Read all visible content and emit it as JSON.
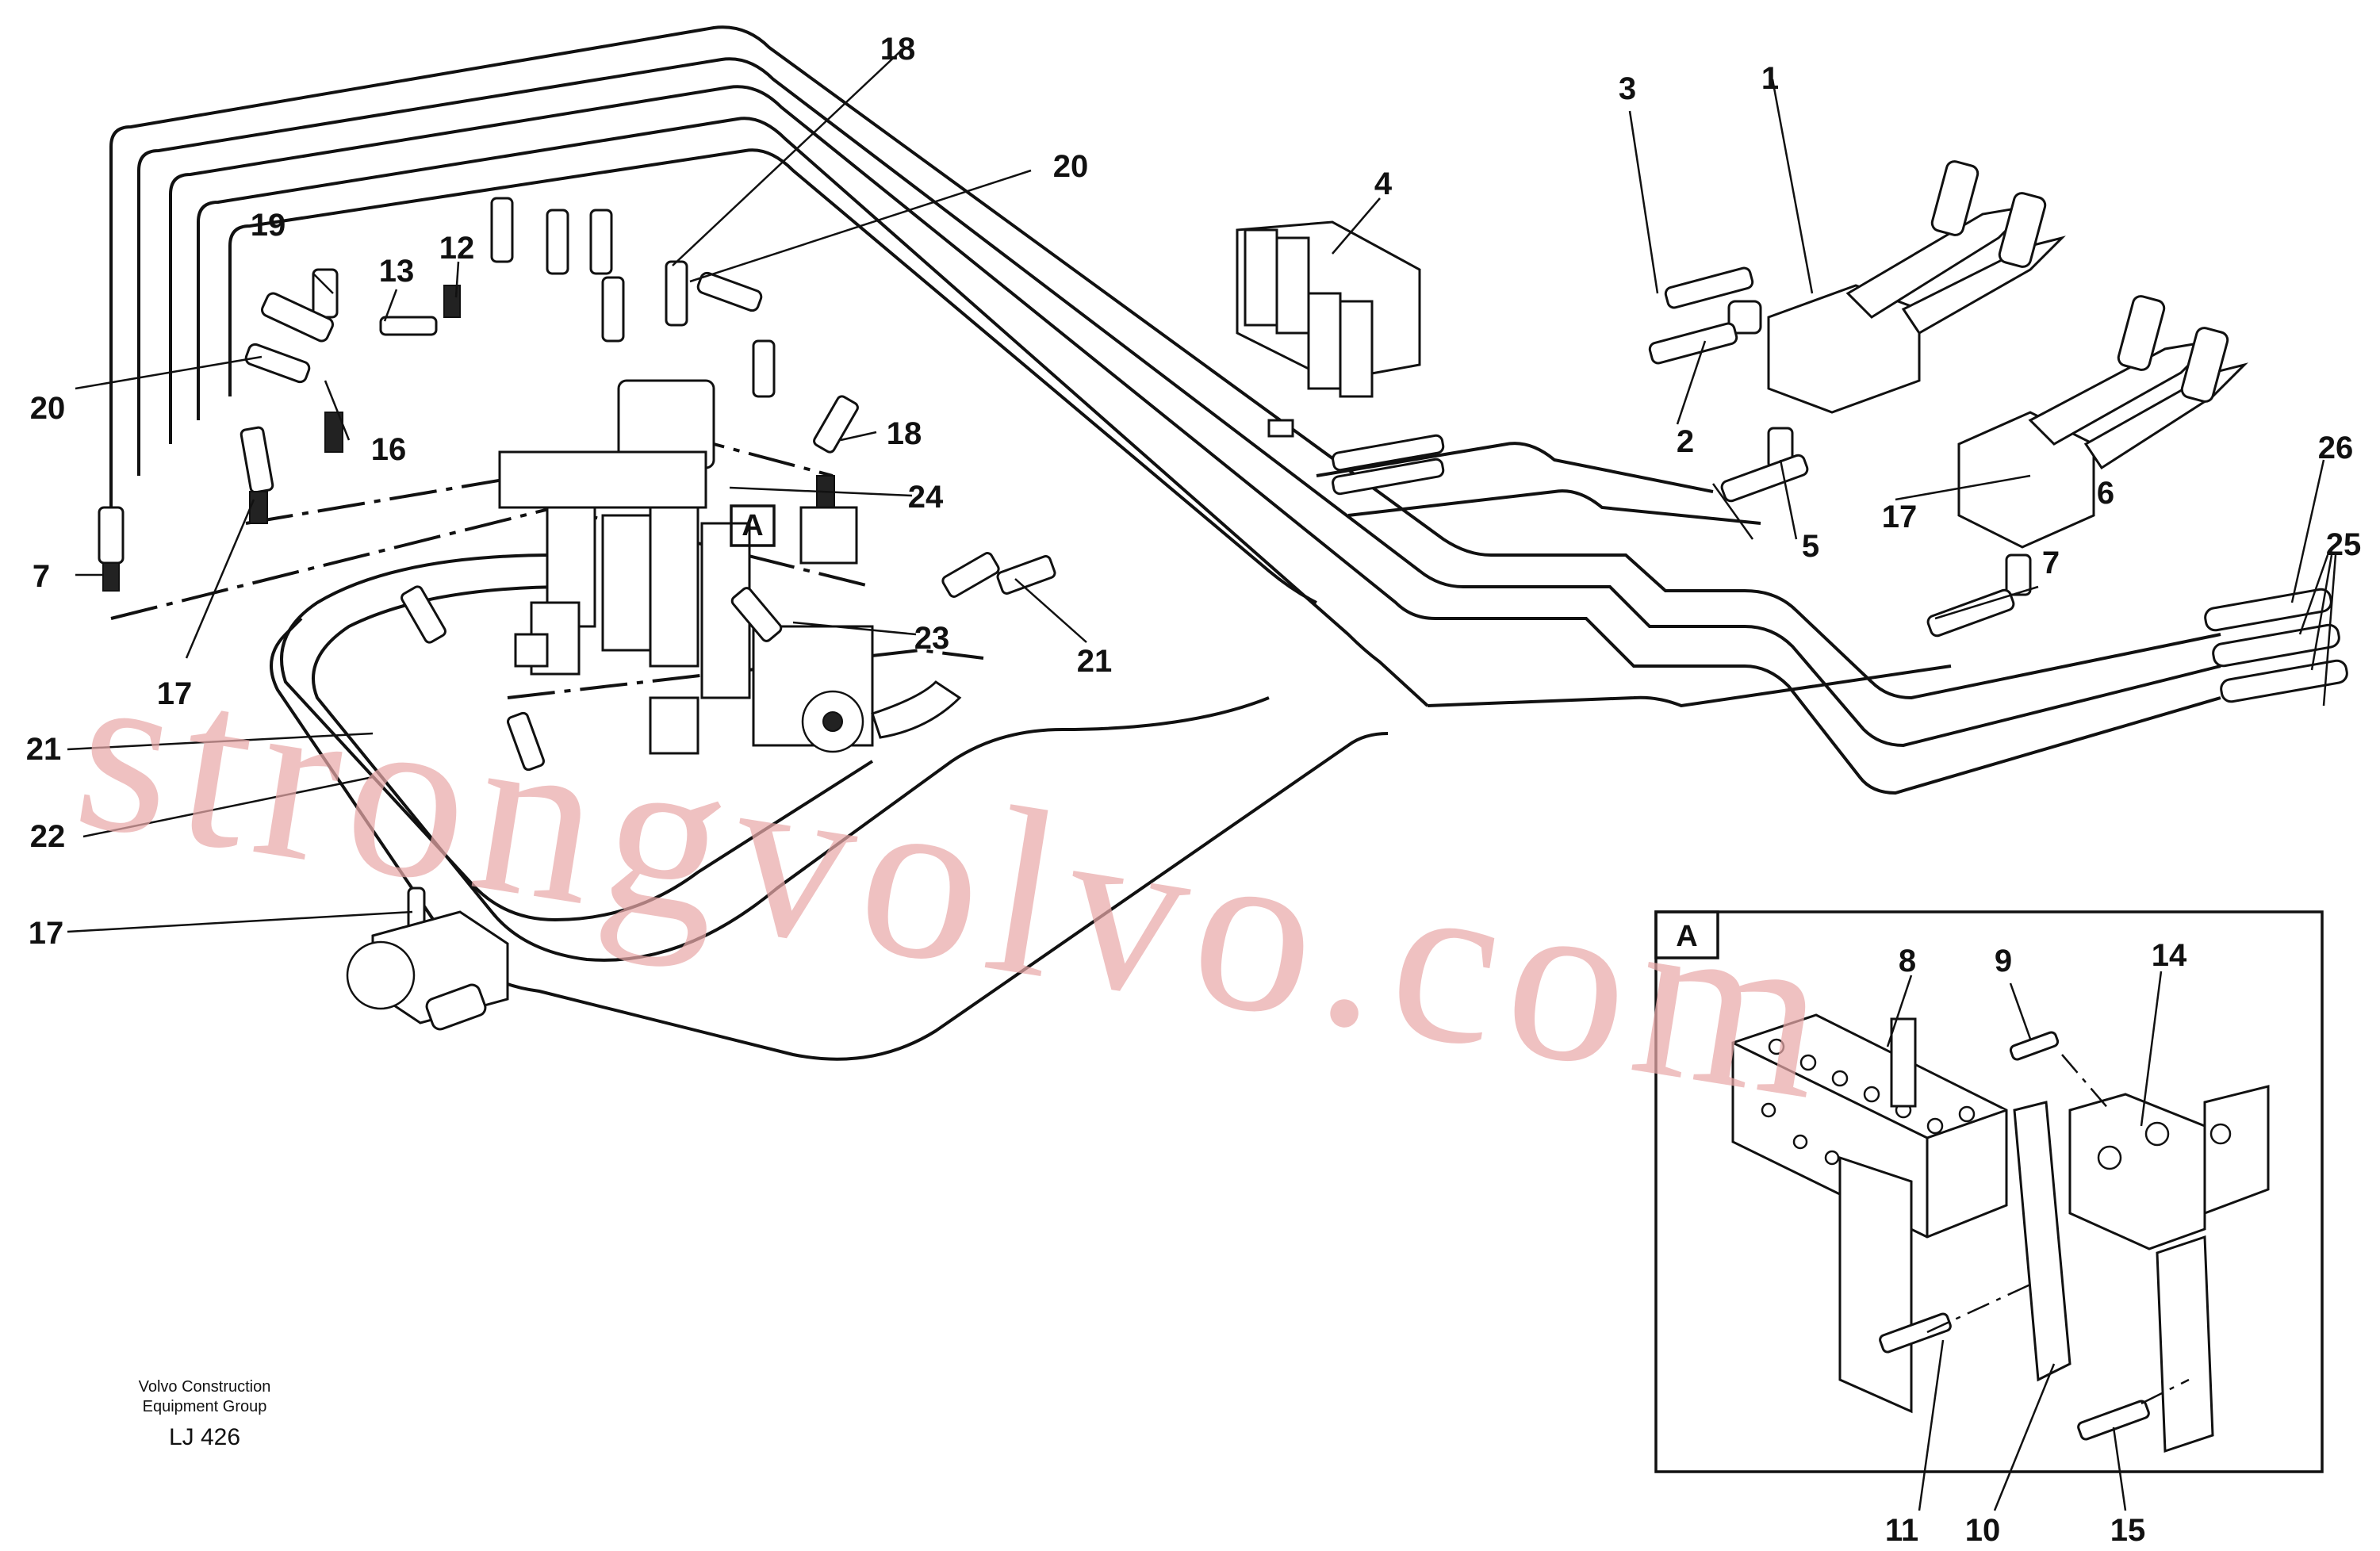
{
  "callouts": {
    "c1": "1",
    "c2": "2",
    "c3": "3",
    "c4": "4",
    "c5": "5",
    "c6": "6",
    "c7_left": "7",
    "c7_right": "7",
    "c8": "8",
    "c9": "9",
    "c10": "10",
    "c11": "11",
    "c12": "12",
    "c13": "13",
    "c14": "14",
    "c15": "15",
    "c16": "16",
    "c17_left": "17",
    "c17_mid": "17",
    "c17_low": "17",
    "c18_top": "18",
    "c18_mid": "18",
    "c19": "19",
    "c20_top": "20",
    "c20_left": "20",
    "c21_mid": "21",
    "c21_left": "21",
    "c22": "22",
    "c23": "23",
    "c24": "24",
    "c25": "25",
    "c26": "26"
  },
  "detail": {
    "marker_label": "A",
    "inset_label": "A"
  },
  "credit": {
    "line1": "Volvo Construction",
    "line2": "Equipment Group",
    "drawing_number": "LJ 426"
  },
  "watermark": {
    "text": "strongvolvo.com"
  }
}
